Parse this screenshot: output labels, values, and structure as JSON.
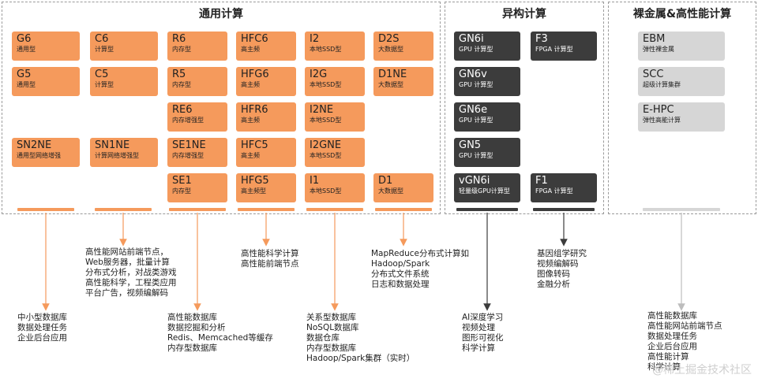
{
  "sections": {
    "general": "通用计算",
    "heterogeneous": "异构计算",
    "baremetal": "裸金属&高性能计算"
  },
  "cards": {
    "g6": {
      "title": "G6",
      "sub": "通用型"
    },
    "c6": {
      "title": "C6",
      "sub": "计算型"
    },
    "r6": {
      "title": "R6",
      "sub": "内存型"
    },
    "hfc6": {
      "title": "HFC6",
      "sub": "高主频"
    },
    "i2": {
      "title": "I2",
      "sub": "本地SSD型"
    },
    "d2s": {
      "title": "D2S",
      "sub": "大数据型"
    },
    "g5": {
      "title": "G5",
      "sub": "通用型"
    },
    "c5": {
      "title": "C5",
      "sub": "计算型"
    },
    "r5": {
      "title": "R5",
      "sub": "内存型"
    },
    "hfg6": {
      "title": "HFG6",
      "sub": "高主频"
    },
    "i2g": {
      "title": "I2G",
      "sub": "本地SSD型"
    },
    "d1ne": {
      "title": "D1NE",
      "sub": "大数据型"
    },
    "re6": {
      "title": "RE6",
      "sub": "内存增强型"
    },
    "hfr6": {
      "title": "HFR6",
      "sub": "高主频"
    },
    "i2ne": {
      "title": "I2NE",
      "sub": "本地SSD型"
    },
    "sn2ne": {
      "title": "SN2NE",
      "sub": "通用型网络增强"
    },
    "sn1ne": {
      "title": "SN1NE",
      "sub": "计算网络增强型"
    },
    "se1ne": {
      "title": "SE1NE",
      "sub": "内存增强型"
    },
    "hfc5": {
      "title": "HFC5",
      "sub": "高主频"
    },
    "i2gne": {
      "title": "I2GNE",
      "sub": "本地SSD型"
    },
    "se1": {
      "title": "SE1",
      "sub": "内存型"
    },
    "hfg5": {
      "title": "HFG5",
      "sub": "高主频型"
    },
    "i1": {
      "title": "I1",
      "sub": "本地SSD型"
    },
    "d1": {
      "title": "D1",
      "sub": "大数据型"
    },
    "gn6i": {
      "title": "GN6i",
      "sub": "GPU 计算型"
    },
    "f3": {
      "title": "F3",
      "sub": "FPGA 计算型"
    },
    "gn6v": {
      "title": "GN6v",
      "sub": "GPU 计算型"
    },
    "gn6e": {
      "title": "GN6e",
      "sub": "GPU 计算型"
    },
    "gn5": {
      "title": "GN5",
      "sub": "GPU 计算型"
    },
    "vgn6i": {
      "title": "vGN6i",
      "sub": "轻量级GPU计算型"
    },
    "f1": {
      "title": "F1",
      "sub": "FPGA 计算型"
    },
    "ebm": {
      "title": "EBM",
      "sub": "弹性裸金属"
    },
    "scc": {
      "title": "SCC",
      "sub": "超级计算集群"
    },
    "ehpc": {
      "title": "E-HPC",
      "sub": "弹性高能计算"
    }
  },
  "notes": {
    "general": "中小型数据库\n数据处理任务\n企业后台应用",
    "compute": "高性能网站前端节点，\nWeb服务器，批量计算\n分布式分析，对战类游戏\n高性能科学，工程类应用\n平台广告，视频编解码",
    "memory": "高性能数据库\n数据挖掘和分析\nRedis、Memcached等缓存\n内存型数据库",
    "highfreq": "高性能科学计算\n高性能前端节点",
    "localssd": "关系型数据库\nNoSQL数据库\n数据仓库\n内存型数据库\nHadoop/Spark集群（实时）",
    "bigdata": "MapReduce分布式计算如\nHadoop/Spark\n分布式文件系统\n日志和数据处理",
    "gpu": "AI深度学习\n视频处理\n图形可视化\n科学计算",
    "fpga": "基因组学研究\n视频编解码\n图像转码\n金融分析",
    "hpc": "高性能数据库\n高性能网站前端节点\n数据处理任务\n企业后台应用\n高性能计算\n科学计算"
  },
  "watermark": "@稀土掘金技术社区",
  "colors": {
    "orange": "#F59A5C",
    "dark": "#3c3c3c",
    "grey": "#d6d6d6"
  }
}
